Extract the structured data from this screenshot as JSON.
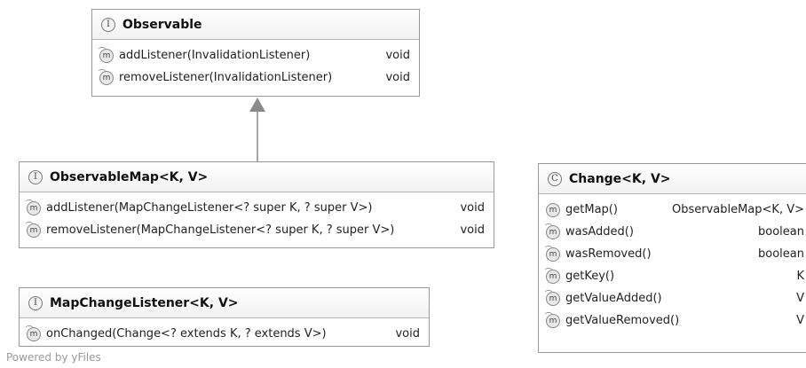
{
  "nodes": {
    "observable": {
      "badge": "I",
      "title": "Observable",
      "methods": [
        {
          "sig": "addListener(InvalidationListener)",
          "ret": "void"
        },
        {
          "sig": "removeListener(InvalidationListener)",
          "ret": "void"
        }
      ]
    },
    "observable_map": {
      "badge": "I",
      "title": "ObservableMap<K, V>",
      "methods": [
        {
          "sig": "addListener(MapChangeListener<? super K, ? super V>)",
          "ret": "void"
        },
        {
          "sig": "removeListener(MapChangeListener<? super K, ? super V>)",
          "ret": "void"
        }
      ]
    },
    "map_change_listener": {
      "badge": "I",
      "title": "MapChangeListener<K, V>",
      "methods": [
        {
          "sig": "onChanged(Change<? extends K, ? extends V>)",
          "ret": "void"
        }
      ]
    },
    "change": {
      "badge": "C",
      "title": "Change<K, V>",
      "methods": [
        {
          "sig": "getMap()",
          "ret": "ObservableMap<K, V>"
        },
        {
          "sig": "wasAdded()",
          "ret": "boolean"
        },
        {
          "sig": "wasRemoved()",
          "ret": "boolean"
        },
        {
          "sig": "getKey()",
          "ret": "K"
        },
        {
          "sig": "getValueAdded()",
          "ret": "V"
        },
        {
          "sig": "getValueRemoved()",
          "ret": "V"
        }
      ]
    }
  },
  "icons": {
    "method": "abstract-method-icon",
    "interface": "interface-icon",
    "abstract_class": "abstract-class-icon"
  },
  "footer": "Powered by yFiles"
}
